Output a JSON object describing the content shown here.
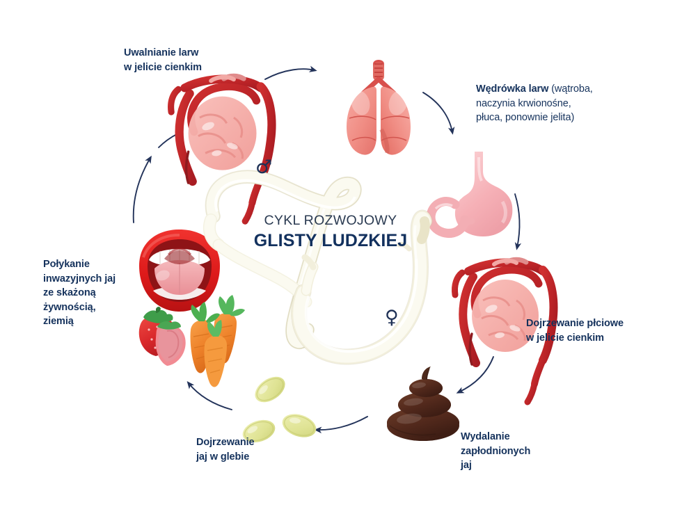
{
  "page": {
    "language": "pl",
    "background_color": "#ffffff",
    "text_color": "#15325c",
    "arrow_color": "#1f3156"
  },
  "title": {
    "line_top": "CYKL ROZWOJOWY",
    "line_main": "GLISTY LUDZKIEJ"
  },
  "gender_symbols": {
    "male": "♂",
    "female": "♀"
  },
  "stages": [
    {
      "id": "uwalnianie-larw",
      "label": "Uwalnianie larw\nw jelicie cienkim",
      "icon": "intestines-icon"
    },
    {
      "id": "wedrowka-larw",
      "label_bold": "Wędrówka larw",
      "label_rest": " (wątroba,\nnaczynia krwionośne,\npłuca, ponownie jelita)",
      "icon": "lungs-icon"
    },
    {
      "id": "dojrzewanie-plciowe",
      "label": "Dojrzewanie płciowe\nw jelicie cienkim",
      "icon": "intestines-icon"
    },
    {
      "id": "wydalanie-jaj",
      "label": "Wydalanie\nzapłodnionych\njaj",
      "icon": "feces-icon"
    },
    {
      "id": "dojrzewanie-jaj",
      "label": "Dojrzewanie\njaj w glebie",
      "icon": "eggs-icon"
    },
    {
      "id": "polykanie-jaj",
      "label": "Połykanie\ninwazyjnych jaj\nze skażoną\nżywnością,\nziemią",
      "icon": "mouth-icon"
    }
  ],
  "illustrations": [
    {
      "name": "intestines-top",
      "colors": [
        "#c0272d",
        "#f6a9a6"
      ]
    },
    {
      "name": "lungs",
      "colors": [
        "#f28b82",
        "#e9594f"
      ]
    },
    {
      "name": "stomach",
      "colors": [
        "#f9c2c5",
        "#f4a7ac"
      ]
    },
    {
      "name": "intestines-right",
      "colors": [
        "#c0272d",
        "#f6a9a6"
      ]
    },
    {
      "name": "feces",
      "colors": [
        "#5a3023",
        "#43241a"
      ]
    },
    {
      "name": "eggs",
      "colors": [
        "#e6e9a0",
        "#d3d77f"
      ]
    },
    {
      "name": "mouth",
      "colors": [
        "#e81d1d",
        "#f0b0b6"
      ]
    },
    {
      "name": "strawberry",
      "colors": [
        "#e23b3b",
        "#3f9d4a"
      ]
    },
    {
      "name": "carrots",
      "colors": [
        "#f08a2e",
        "#4caf50"
      ]
    },
    {
      "name": "roundworm-male",
      "colors": [
        "#f4f2e2"
      ]
    },
    {
      "name": "roundworm-female",
      "colors": [
        "#f4f2e2"
      ]
    }
  ]
}
